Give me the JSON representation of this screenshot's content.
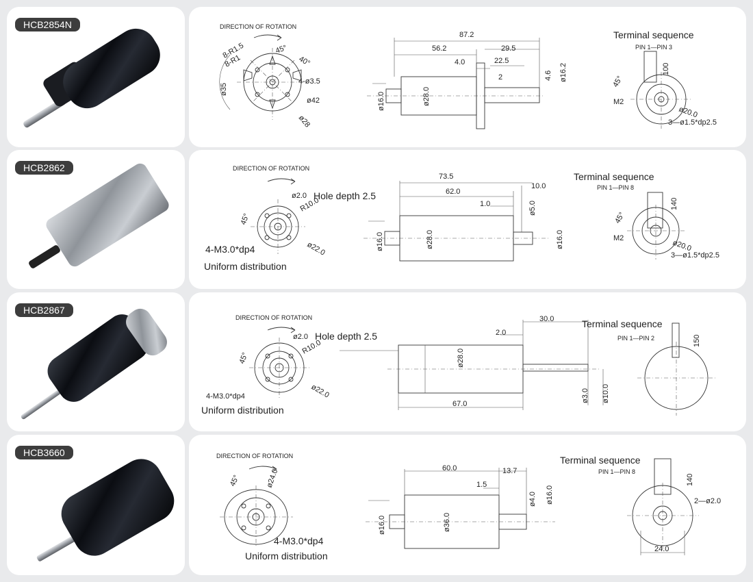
{
  "colors": {
    "background": "#e9eaec",
    "card": "#ffffff",
    "badge": "#3d3d3d"
  },
  "motors": [
    {
      "model": "HCB2854N",
      "rotation_label": "DIRECTION OF ROTATION",
      "front": [
        "8-R1.5",
        "8-R1",
        "45°",
        "40°",
        "4-ø3.5",
        "ø35",
        "ø42",
        "ø28"
      ],
      "side": [
        "87.2",
        "56.2",
        "29.5",
        "4.0",
        "22.5",
        "2",
        "4.6",
        "ø16.2",
        "ø16.0",
        "ø28.0"
      ],
      "terminal": {
        "title": "Terminal sequence",
        "pins": "PIN 1—PIN 3",
        "length": "100",
        "angle": "45°",
        "m": "M2",
        "dia": "ø20.0",
        "holes": "3—ø1.5*dp2.5"
      }
    },
    {
      "model": "HCB2862",
      "rotation_label": "DIRECTION OF ROTATION",
      "front": [
        "ø2.0",
        "Hole depth 2.5",
        "R10.0",
        "45°",
        "ø22.0",
        "4-M3.0*dp4",
        "Uniform distribution"
      ],
      "side": [
        "73.5",
        "62.0",
        "10.0",
        "1.0",
        "ø5.0",
        "ø16.0",
        "ø28.0",
        "ø16.0"
      ],
      "terminal": {
        "title": "Terminal sequence",
        "pins": "PIN 1—PIN 8",
        "length": "140",
        "angle": "45°",
        "m": "M2",
        "dia": "ø20.0",
        "holes": "3—ø1.5*dp2.5"
      }
    },
    {
      "model": "HCB2867",
      "rotation_label": "DIRECTION OF ROTATION",
      "front": [
        "ø2.0",
        "Hole depth 2.5",
        "R10.0",
        "45°",
        "ø22.0",
        "4-M3.0*dp4",
        "Uniform distribution"
      ],
      "side": [
        "30.0",
        "2.0",
        "ø28.0",
        "67.0",
        "ø3.0",
        "ø10.0"
      ],
      "terminal": {
        "title": "Terminal sequence",
        "pins": "PIN 1—PIN 2",
        "length": "150"
      }
    },
    {
      "model": "HCB3660",
      "rotation_label": "DIRECTION OF ROTATION",
      "front": [
        "45°",
        "ø24.0",
        "4-M3.0*dp4",
        "Uniform distribution"
      ],
      "side": [
        "60.0",
        "13.7",
        "1.5",
        "ø4.0",
        "ø16.0",
        "ø16.0",
        "ø36.0"
      ],
      "terminal": {
        "title": "Terminal sequence",
        "pins": "PIN 1—PIN 8",
        "length": "140",
        "holes": "2—ø2.0",
        "width": "24.0"
      }
    }
  ]
}
